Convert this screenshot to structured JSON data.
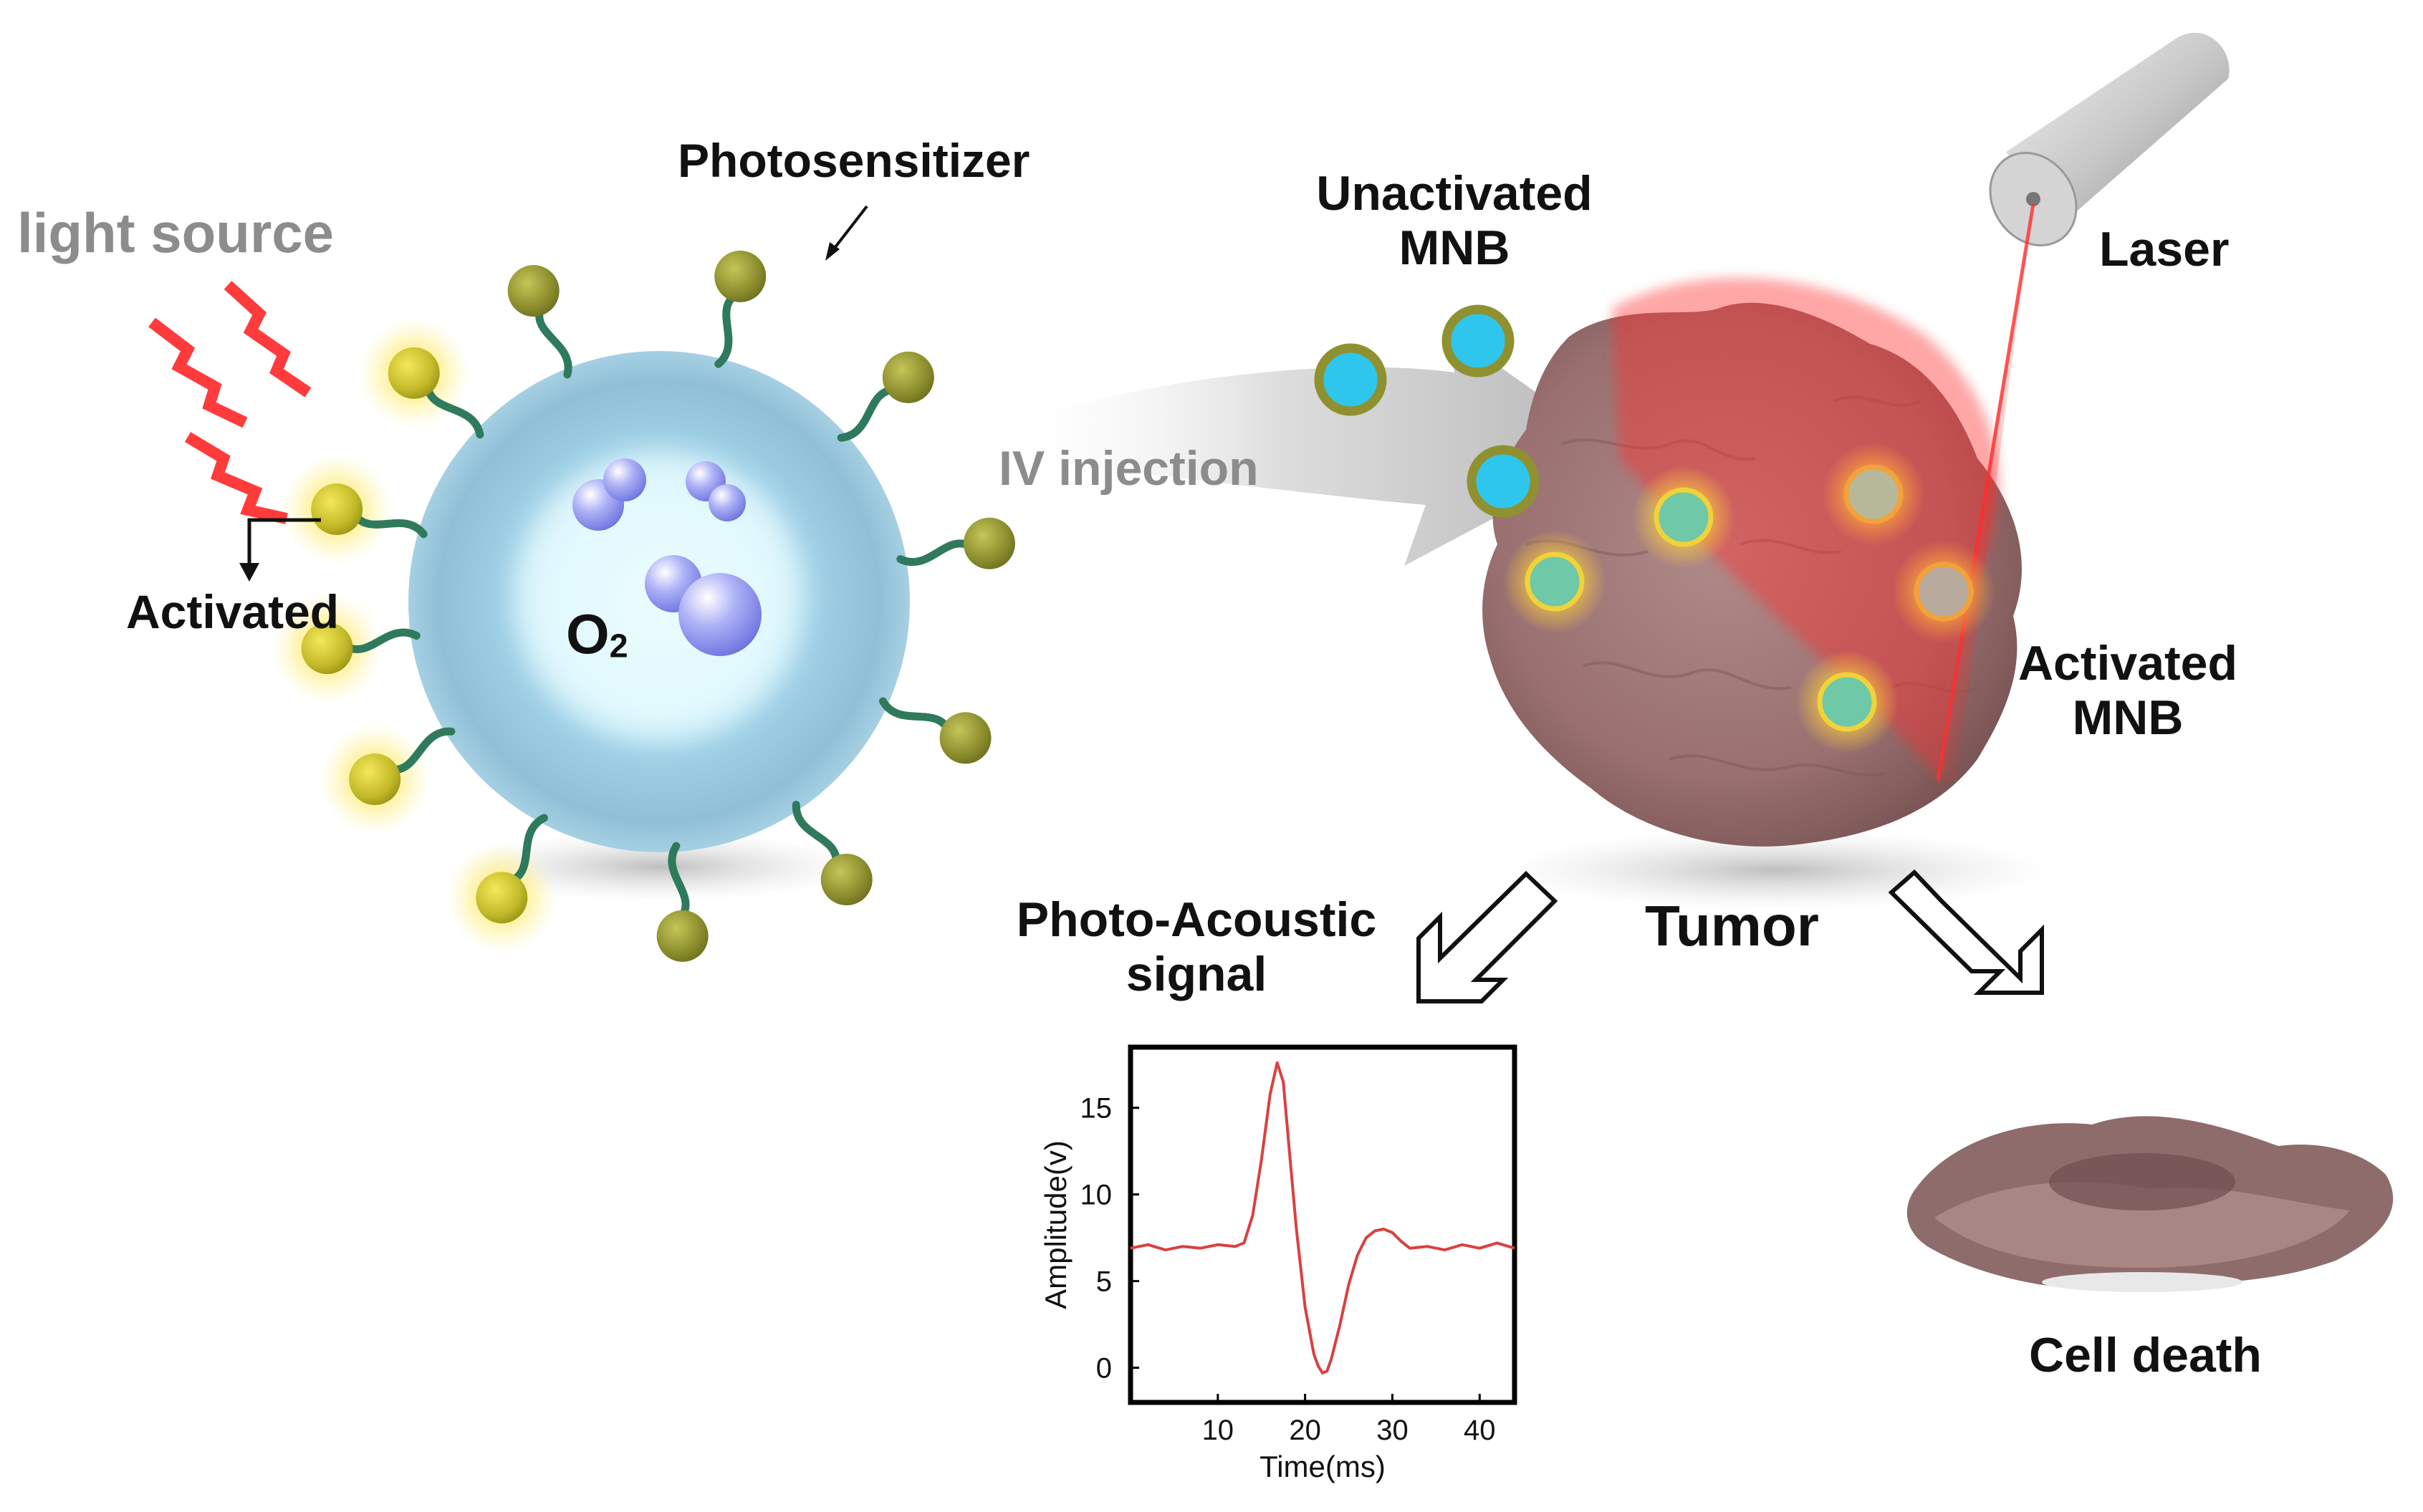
{
  "labels": {
    "photosensitizer": "Photosensitizer",
    "light_source": "light source",
    "activated": "Activated",
    "oxygen": "O",
    "oxygen_subscript": "2",
    "unactivated_line1": "Unactivated",
    "unactivated_line2": "MNB",
    "laser": "Laser",
    "iv_injection": "IV injection",
    "activated_mnb_line1": "Activated",
    "activated_mnb_line2": "MNB",
    "photoacoustic_line1": "Photo-Acoustic",
    "photoacoustic_line2": "signal",
    "tumor": "Tumor",
    "cell_death": "Cell death"
  },
  "colors": {
    "nanobubble_shell": "#8fc2dc",
    "nanobubble_core": "#e6fbff",
    "oxygen_bubble": "#8a8ff0",
    "photosensitizer_head": "#8a8c2c",
    "photosensitizer_glow": "#ffe24a",
    "linker": "#2f7a5c",
    "tumor": "#9c7272",
    "laser": "#ff3b3b",
    "unactivated_mnb": "#2fc6ee",
    "activated_mnb": "#6fc9a8",
    "signal_trace": "#d94040",
    "lightning": "#ff3b3b"
  },
  "chart_data": {
    "type": "line",
    "title": "",
    "xlabel": "Time(ms)",
    "ylabel": "Amplitude(v)",
    "xlim": [
      0,
      44
    ],
    "ylim": [
      -2,
      18.5
    ],
    "xticks": [
      10,
      20,
      30,
      40
    ],
    "yticks": [
      0,
      5,
      10,
      15
    ],
    "series": [
      {
        "x": [
          0,
          2,
          4,
          6,
          8,
          10,
          12,
          13,
          14,
          15,
          16,
          16.8,
          17.5,
          18.2,
          19,
          20,
          21,
          21.5,
          22,
          22.5,
          23,
          24,
          25,
          26,
          27,
          28,
          29,
          30,
          31,
          32,
          34,
          36,
          38,
          40,
          42,
          44
        ],
        "y": [
          6.9,
          7.1,
          6.8,
          7.0,
          6.9,
          7.1,
          7.0,
          7.2,
          8.8,
          12.0,
          15.8,
          17.6,
          16.5,
          12.5,
          8.0,
          3.5,
          0.8,
          0.1,
          -0.3,
          -0.2,
          0.5,
          2.5,
          4.8,
          6.5,
          7.5,
          7.9,
          8.0,
          7.8,
          7.3,
          6.9,
          7.0,
          6.8,
          7.1,
          6.9,
          7.2,
          6.9
        ]
      }
    ]
  }
}
